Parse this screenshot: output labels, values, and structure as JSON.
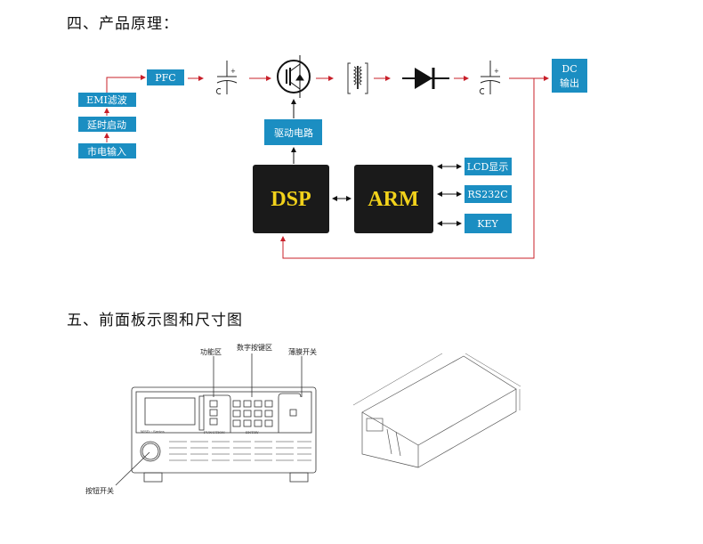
{
  "headings": {
    "principle": "四、产品原理：",
    "front_panel": "五、前面板示图和尺寸图"
  },
  "diagram": {
    "pfc": "PFC",
    "emi": "EMI滤波",
    "delay": "延时启动",
    "mains": "市电输入",
    "driver": "驱动电路",
    "dc": [
      "DC",
      "输出"
    ],
    "dsp": "DSP",
    "arm": "ARM",
    "lcd": "LCD显示",
    "rs232": "RS232C",
    "key": "KEY",
    "colors": {
      "box": "#1b8ec2",
      "chip": "#1a1a1a",
      "chip_text": "#f2d21b",
      "arrow": "#c8202a"
    }
  },
  "front_panel": {
    "function_area": "功能区",
    "keypad_area": "数字按键区",
    "membrane_switch": "薄膜开关",
    "button_switch": "按钮开关",
    "brand": "WSD - Series",
    "function": "FUNCTION",
    "entry": "ENTRY"
  }
}
